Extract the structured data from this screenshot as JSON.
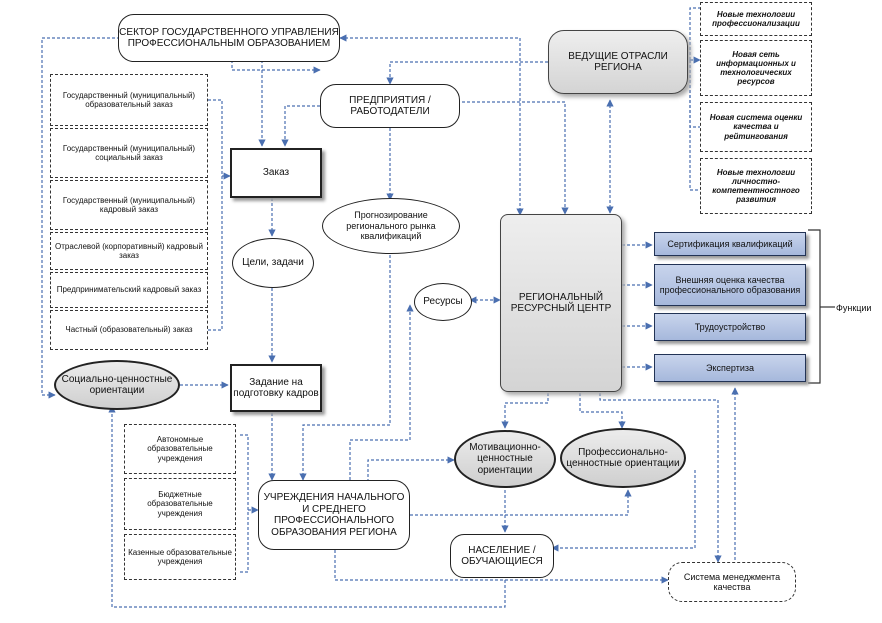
{
  "nodes": {
    "sector": "СЕКТОР ГОСУДАРСТВЕННОГО УПРАВЛЕНИЯ ПРОФЕССИОНАЛЬНЫМ ОБРАЗОВАНИЕМ",
    "leading": "ВЕДУЩИЕ ОТРАСЛИ РЕГИОНА",
    "enterprises": "ПРЕДПРИЯТИЯ / РАБОТОДАТЕЛИ",
    "order": "Заказ",
    "goals": "Цели, задачи",
    "forecast": "Прогнозирование регионального рынка квалификаций",
    "resources": "Ресурсы",
    "center": "РЕГИОНАЛЬНЫЙ РЕСУРСНЫЙ ЦЕНТР",
    "task": "Задание на подготовку кадров",
    "social": "Социально-ценностные ориентации",
    "motivational": "Мотивационно-ценностные ориентации",
    "professional": "Профессионально-ценностные ориентации",
    "institutions": "УЧРЕЖДЕНИЯ НАЧАЛЬНОГО И СРЕДНЕГО ПРОФЕССИОНАЛЬНОГО ОБРАЗОВАНИЯ РЕГИОНА",
    "population": "НАСЕЛЕНИЕ / ОБУЧАЮЩИЕСЯ",
    "quality": "Система менеджмента качества",
    "functions": "Функции"
  },
  "orders": [
    "Государственный (муниципальный) образовательный заказ",
    "Государственный (муниципальный) социальный заказ",
    "Государственный (муниципальный) кадровый заказ",
    "Отраслевой (корпоративный) кадровый заказ",
    "Предпринимательский кадровый заказ",
    "Частный (образовательный) заказ"
  ],
  "inst_types": [
    "Автономные образовательные учреждения",
    "Бюджетные образовательные учреждения",
    "Казенные образовательные учреждения"
  ],
  "new_items": [
    "Новые технологии профессионализации",
    "Новая сеть информационных и технологических ресурсов",
    "Новая система оценки качества и рейтингования",
    "Новые технологии личностно-компетентностного развития"
  ],
  "center_functions": [
    "Сертификация квалификаций",
    "Внешняя оценка качества профессионального образования",
    "Трудоустройство",
    "Экспертиза"
  ],
  "colors": {
    "connector": "#4a6fb0",
    "function_fill": "#b4c4e4",
    "node_fill": "#dcdcdc"
  }
}
